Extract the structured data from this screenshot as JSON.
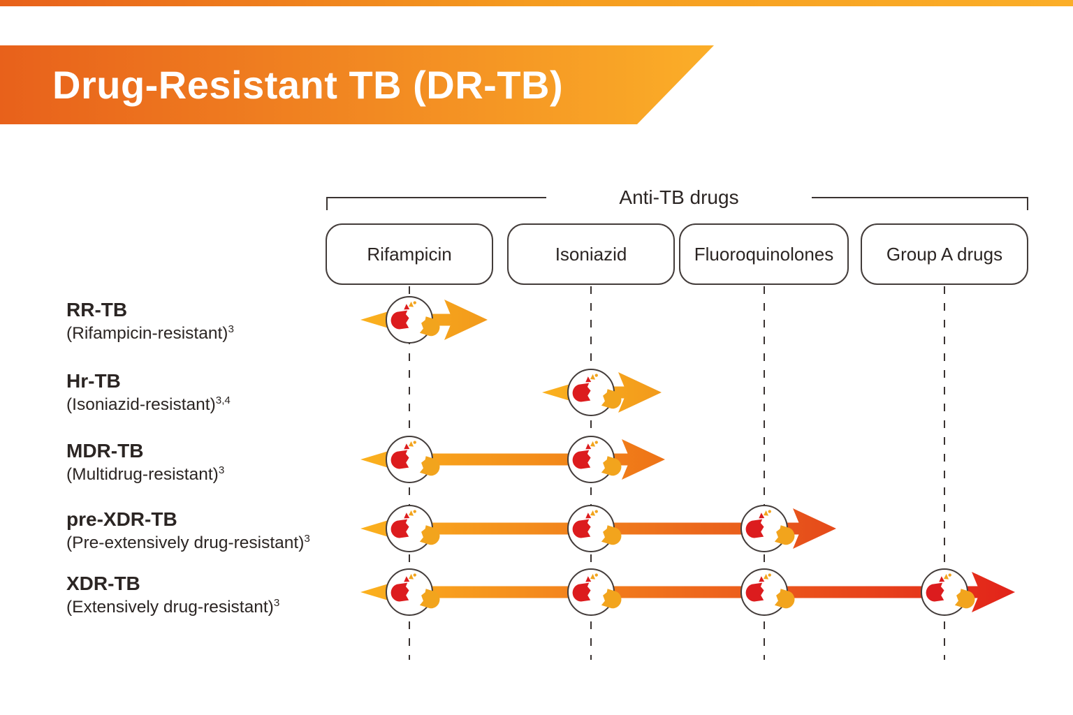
{
  "banner": {
    "title": "Drug-Resistant TB (DR-TB)"
  },
  "colors": {
    "banner_gradient_start": "#E8611B",
    "banner_gradient_end": "#FBAE28",
    "outline": "#433C3A",
    "dashed_line": "#3A3331",
    "text": "#2B2523",
    "pill_red": "#DC1C1E",
    "pill_amber": "#F2A41D"
  },
  "chart_data": {
    "type": "diagram",
    "title": "Drug-Resistant TB (DR-TB)",
    "group_label": "Anti-TB drugs",
    "columns": [
      "Rifampicin",
      "Isoniazid",
      "Fluoroquinolones",
      "Group A drugs"
    ],
    "rows": [
      {
        "abbr": "RR-TB",
        "full": "(Rifampicin-resistant)",
        "superscript": "3",
        "resistant_to": [
          "Rifampicin"
        ],
        "arrow": {
          "from": "#FBB11E",
          "to": "#F29A1C"
        }
      },
      {
        "abbr": "Hr-TB",
        "full": "(Isoniazid-resistant)",
        "superscript": "3,4",
        "resistant_to": [
          "Isoniazid"
        ],
        "arrow": {
          "from": "#FBB11E",
          "to": "#F29A1C"
        }
      },
      {
        "abbr": "MDR-TB",
        "full": "(Multidrug-resistant)",
        "superscript": "3",
        "resistant_to": [
          "Rifampicin",
          "Isoniazid"
        ],
        "arrow": {
          "from": "#FBB11E",
          "to": "#EE7318"
        }
      },
      {
        "abbr": "pre-XDR-TB",
        "full": "(Pre-extensively drug-resistant)",
        "superscript": "3",
        "resistant_to": [
          "Rifampicin",
          "Isoniazid",
          "Fluoroquinolones"
        ],
        "arrow": {
          "from": "#FBB11E",
          "to": "#E54A1B"
        }
      },
      {
        "abbr": "XDR-TB",
        "full": "(Extensively drug-resistant)",
        "superscript": "3",
        "resistant_to": [
          "Rifampicin",
          "Isoniazid",
          "Fluoroquinolones",
          "Group A drugs"
        ],
        "arrow": {
          "from": "#FBB11E",
          "to": "#E2231A"
        }
      }
    ],
    "icon": "broken-capsule-pill",
    "legend": null,
    "grid": "dashed-vertical-per-column"
  }
}
